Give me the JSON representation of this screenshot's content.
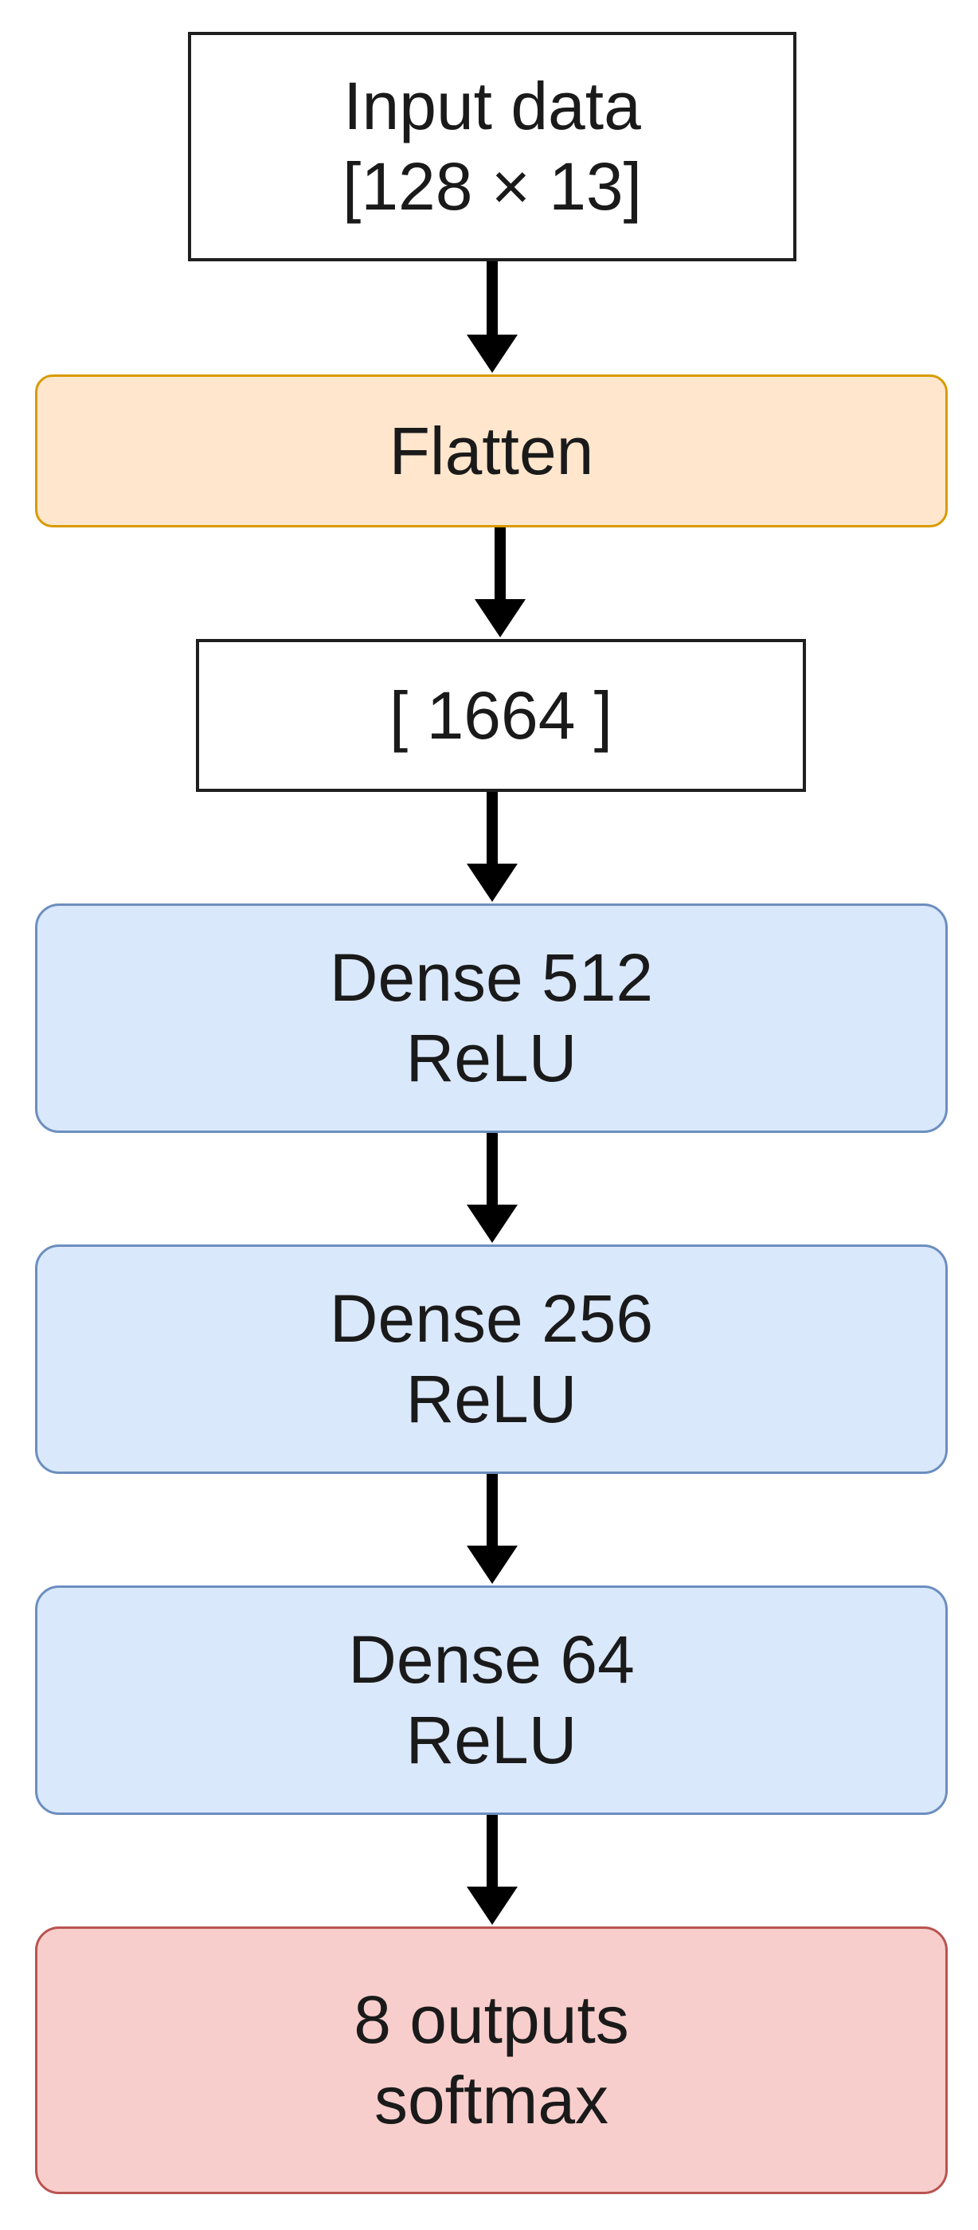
{
  "diagram": {
    "nodes": [
      {
        "id": "input",
        "lines": [
          "Input data",
          "[128 × 13]"
        ]
      },
      {
        "id": "flatten",
        "lines": [
          "Flatten"
        ]
      },
      {
        "id": "flat_out",
        "lines": [
          "[ 1664 ]"
        ]
      },
      {
        "id": "dense1",
        "lines": [
          "Dense 512",
          "ReLU"
        ]
      },
      {
        "id": "dense2",
        "lines": [
          "Dense 256",
          "ReLU"
        ]
      },
      {
        "id": "dense3",
        "lines": [
          "Dense 64",
          "ReLU"
        ]
      },
      {
        "id": "output",
        "lines": [
          "8 outputs",
          "softmax"
        ]
      }
    ],
    "edges": [
      {
        "from": "input",
        "to": "flatten"
      },
      {
        "from": "flatten",
        "to": "flat_out"
      },
      {
        "from": "flat_out",
        "to": "dense1"
      },
      {
        "from": "dense1",
        "to": "dense2"
      },
      {
        "from": "dense2",
        "to": "dense3"
      },
      {
        "from": "dense3",
        "to": "output"
      }
    ],
    "colors": {
      "plain_fill": "#ffffff",
      "plain_stroke": "#1f1f1f",
      "flatten_fill": "#ffe6cc",
      "flatten_stroke": "#d79b00",
      "dense_fill": "#dae8fc",
      "dense_stroke": "#6c8ebf",
      "output_fill": "#f8cecc",
      "output_stroke": "#b85450",
      "arrow": "#000000"
    }
  }
}
